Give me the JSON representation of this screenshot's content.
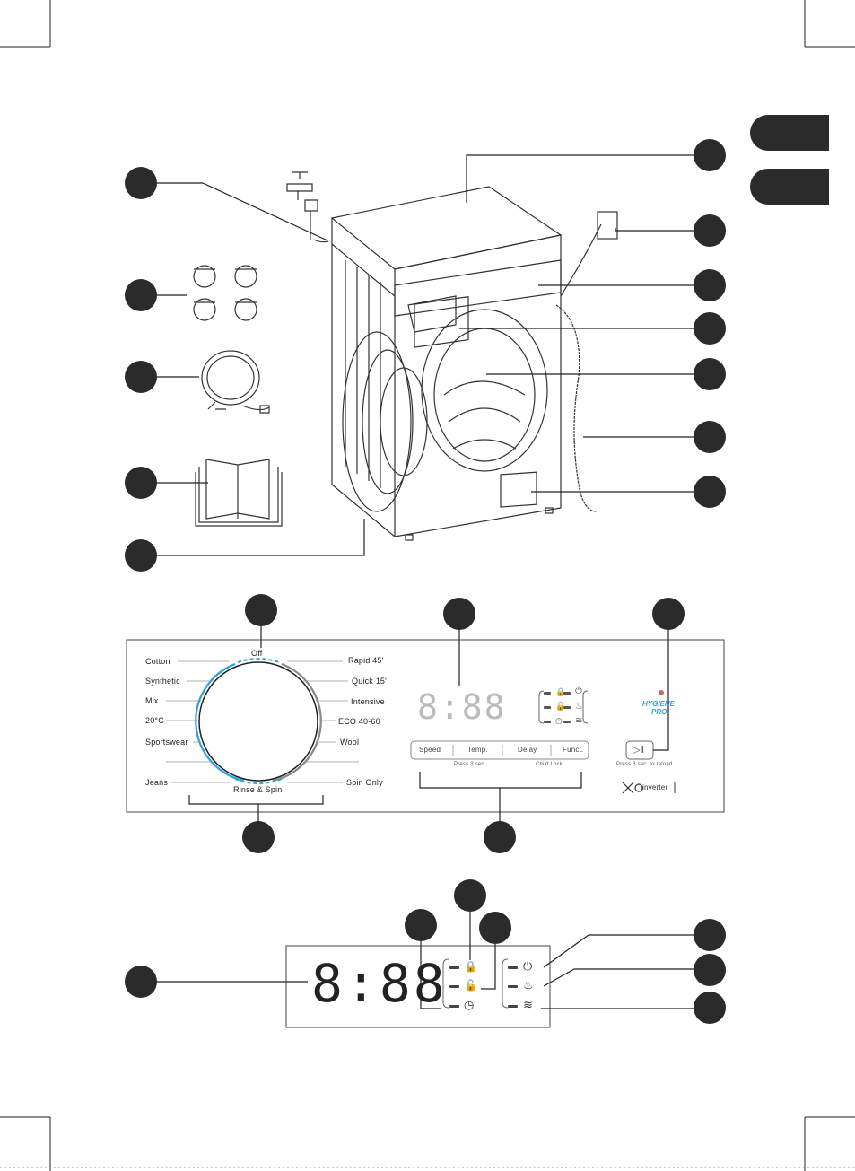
{
  "dial": {
    "top": "Off",
    "bottom": "Rinse & Spin",
    "left_programs": [
      "Cotton",
      "Synthetic",
      "Mix",
      "20°C",
      "Sportswear",
      "",
      "Jeans"
    ],
    "right_programs": [
      "Rapid 45'",
      "Quick 15'",
      "Intensive",
      "ECO 40-60",
      "Wool",
      "",
      "Spin Only"
    ]
  },
  "display": {
    "digits": "8:88"
  },
  "buttons": [
    "Speed",
    "Temp.",
    "Delay",
    "Funct."
  ],
  "hints": {
    "speed_temp": "Press 3 sec.",
    "child_lock": "Child Lock",
    "start": "Press 3 sec. to reload"
  },
  "hygiene_pro": {
    "line1": "HYGIENE",
    "line2": "PRO"
  },
  "inverter": "inverter",
  "colors": {
    "dial_ring": "#2da3dd",
    "label_dot": "#2b2b2b",
    "tab": "#2b2b2b"
  },
  "icons": [
    "lock-icon",
    "unlock-icon",
    "clock-icon",
    "power-icon",
    "wash-icon",
    "rinse-icon",
    "play-pause-icon"
  ]
}
